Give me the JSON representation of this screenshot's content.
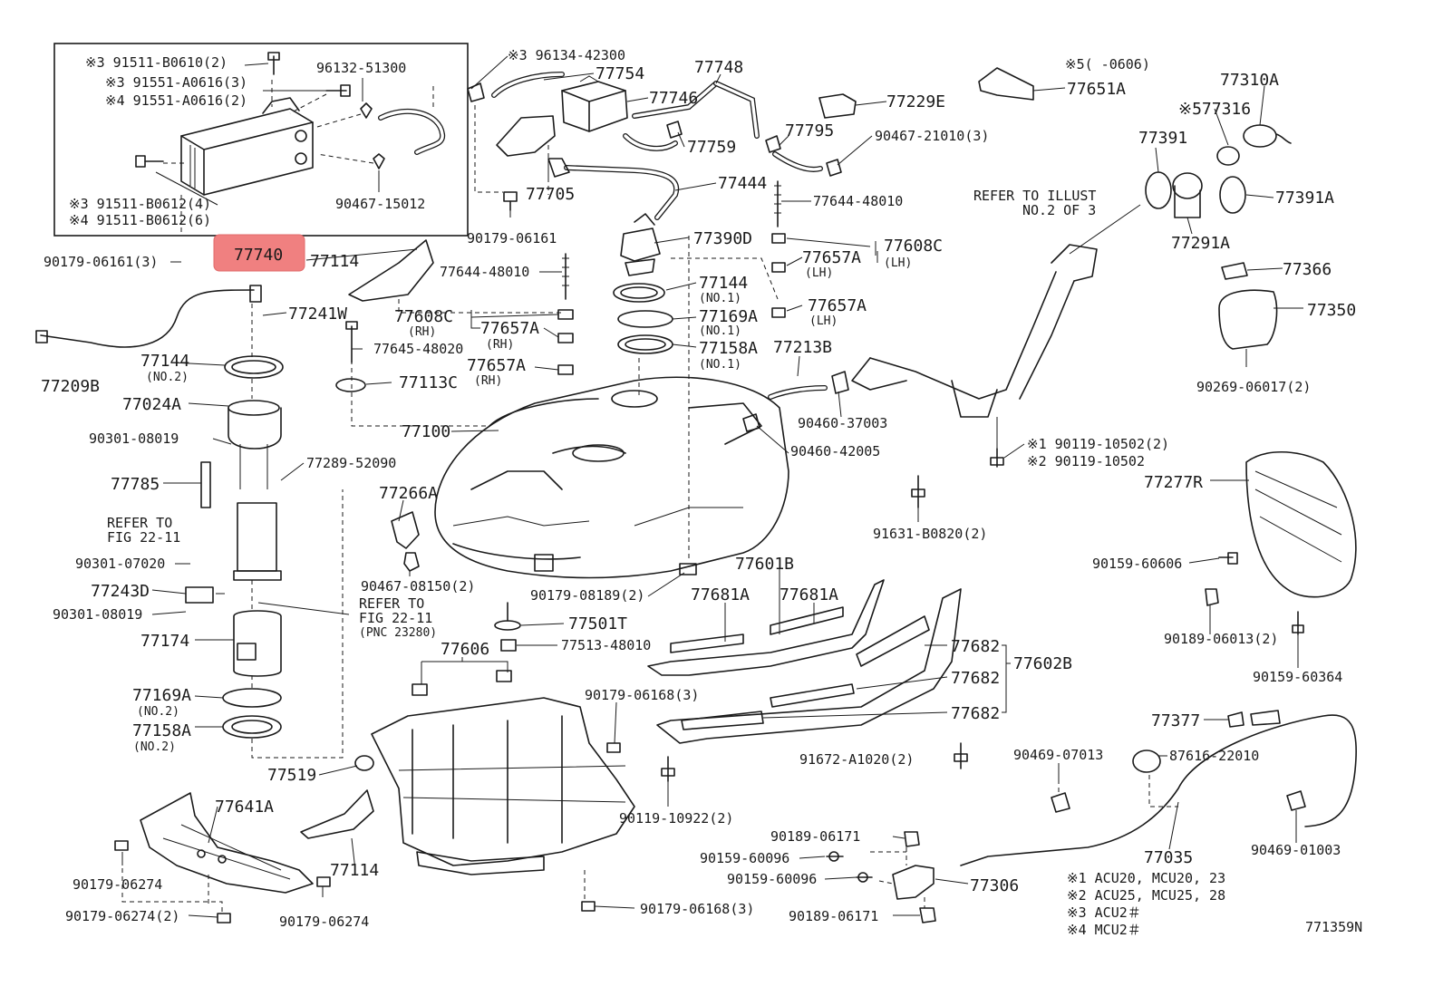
{
  "diagram": {
    "figure_code": "771359N",
    "highlighted_part": "77740",
    "callouts": {
      "c_77740": "77740",
      "c_91511_b0610": "※3 91511-B0610(2)",
      "c_91551_a0616_3": "※3 91551-A0616(3)",
      "c_91551_a0616_2": "※4 91551-A0616(2)",
      "c_96132": "96132-51300",
      "c_91511_b0612_4": "※3 91511-B0612(4)",
      "c_91511_b0612_6": "※4 91511-B0612(6)",
      "c_90467_15012": "90467-15012",
      "c_90179_06161_3": "90179-06161(3)",
      "c_96134": "※3 96134-42300",
      "c_77754": "77754",
      "c_77748": "77748",
      "c_77746": "77746",
      "c_77229e": "77229E",
      "c_77651a": "77651A",
      "c_note5": "※5(   -0606)",
      "c_77310a": "77310A",
      "c_77316": "※577316",
      "c_77391": "77391",
      "c_77391a": "77391A",
      "c_77291a": "77291A",
      "c_77795": "77795",
      "c_90467_21010": "90467-21010(3)",
      "c_77759": "77759",
      "c_77705": "77705",
      "c_77444": "77444",
      "c_77644_48010_a": "77644-48010",
      "c_refer_2_a": "REFER TO ILLUST",
      "c_refer_2_b": "NO.2 OF 3",
      "c_90179_06161": "90179-06161",
      "c_77390d": "77390D",
      "c_77608c_lh": "77608C",
      "c_lh_1": "(LH)",
      "c_77657a_lh1": "77657A",
      "c_lh_2": "(LH)",
      "c_77657a_lh2": "77657A",
      "c_lh_3": "(LH)",
      "c_77114_top": "77114",
      "c_77644_48010_b": "77644-48010",
      "c_77144_no1": "77144",
      "c_no1_a": "(NO.1)",
      "c_77366": "77366",
      "c_77350": "77350",
      "c_77241w": "77241W",
      "c_77608c_rh": "77608C",
      "c_rh_1": "(RH)",
      "c_77657a_rh1": "77657A",
      "c_rh_2": "(RH)",
      "c_77169a_no1": "77169A",
      "c_no1_b": "(NO.1)",
      "c_77645": "77645-48020",
      "c_77158a_no1": "77158A",
      "c_no1_c": "(NO.1)",
      "c_77213b": "77213B",
      "c_90269": "90269-06017(2)",
      "c_77209b": "77209B",
      "c_77144_no2": "77144",
      "c_no2_a": "(NO.2)",
      "c_77657a_rh2": "77657A",
      "c_rh_3": "(RH)",
      "c_77113c": "77113C",
      "c_77024a": "77024A",
      "c_90460_37003": "90460-37003",
      "c_77100": "77100",
      "c_90460_42005": "90460-42005",
      "c_90301_08019_a": "90301-08019",
      "c_77289": "77289-52090",
      "c_90119_10502_2": "※1 90119-10502(2)",
      "c_90119_10502": "※2 90119-10502",
      "c_77785": "77785",
      "c_77266a": "77266A",
      "c_77277r": "77277R",
      "c_refer_fig_a": "REFER TO",
      "c_refer_fig_b": "FIG 22-11",
      "c_91631": "91631-B0820(2)",
      "c_90301_07020": "90301-07020",
      "c_90467_08150": "90467-08150(2)",
      "c_77601b": "77601B",
      "c_90159_60606": "90159-60606",
      "c_77243d": "77243D",
      "c_refer_fig2_a": "REFER TO",
      "c_refer_fig2_b": "FIG 22-11",
      "c_refer_fig2_c": "(PNC 23280)",
      "c_90179_08189": "90179-08189(2)",
      "c_77681a_1": "77681A",
      "c_77681a_2": "77681A",
      "c_90301_08019_b": "90301-08019",
      "c_77501t": "77501T",
      "c_90189_06013": "90189-06013(2)",
      "c_77174": "77174",
      "c_77513": "77513-48010",
      "c_77606": "77606",
      "c_77682_1": "77682",
      "c_77602b": "77602B",
      "c_90159_60364": "90159-60364",
      "c_77682_2": "77682",
      "c_77169a_no2": "77169A",
      "c_no2_b": "(NO.2)",
      "c_90179_06168_a": "90179-06168(3)",
      "c_77682_3": "77682",
      "c_77377": "77377",
      "c_77158a_no2": "77158A",
      "c_no2_c": "(NO.2)",
      "c_90469_07013": "90469-07013",
      "c_87616": "87616-22010",
      "c_91672": "91672-A1020(2)",
      "c_77519": "77519",
      "c_77641a": "77641A",
      "c_90119_10922": "90119-10922(2)",
      "c_90189_06171_a": "90189-06171",
      "c_77035": "77035",
      "c_90469_01003": "90469-01003",
      "c_90159_60096_a": "90159-60096",
      "c_90179_06274_a": "90179-06274",
      "c_77114_bot": "77114",
      "c_90159_60096_b": "90159-60096",
      "c_77306": "77306",
      "c_90179_06274_2": "90179-06274(2)",
      "c_90179_06274_b": "90179-06274",
      "c_90179_06168_b": "90179-06168(3)",
      "c_90189_06171_b": "90189-06171"
    },
    "footnotes": [
      "※1 ACU20, MCU20, 23",
      "※2 ACU25, MCU25, 28",
      "※3 ACU2＃",
      "※4 MCU2＃"
    ]
  }
}
